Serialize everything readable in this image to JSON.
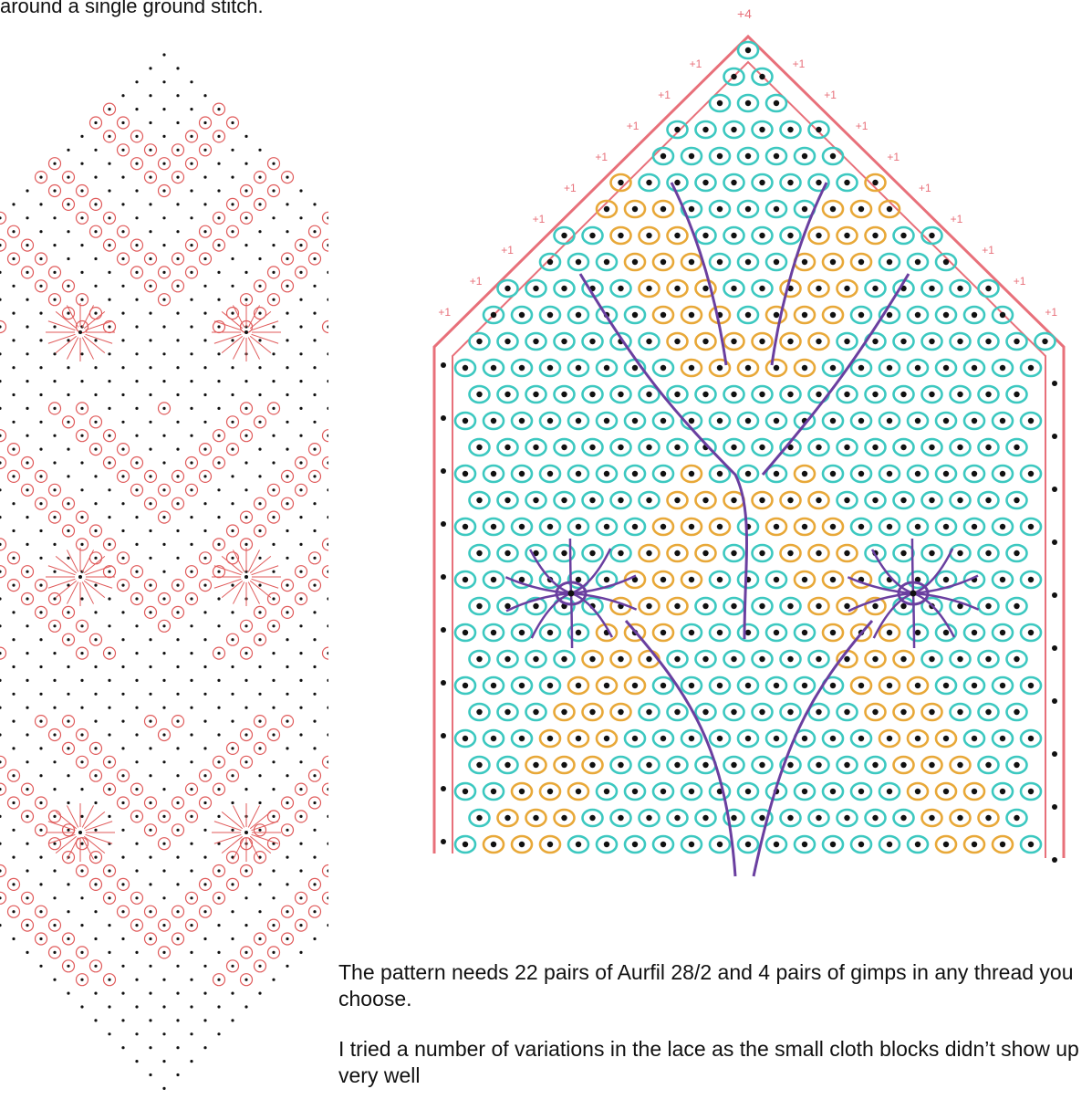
{
  "document": {
    "intro_text": "around a single ground stitch.",
    "paragraphs": [
      "The pattern needs 22 pairs of Aurfil 28/2 and 4 pairs of gimps in any thread you choose.",
      "I tried a number of variations in the lace as the small cloth blocks didn’t show up very well"
    ]
  },
  "diagram": {
    "top_annotation": "+4",
    "edge_annotations": [
      "+1",
      "+1",
      "+1",
      "+1",
      "+1",
      "+1",
      "+1",
      "+1",
      "+1",
      "+1",
      "+1",
      "+1",
      "+1",
      "+1",
      "+1",
      "+1",
      "+1",
      "+1"
    ]
  },
  "colors": {
    "pricking_red": "#e05a5a",
    "pin_black": "#111111",
    "edge_pink": "#e8707a",
    "ground_teal": "#3cc8c0",
    "cloth_orange": "#e8a838",
    "gimp_purple": "#6a3fa0"
  }
}
